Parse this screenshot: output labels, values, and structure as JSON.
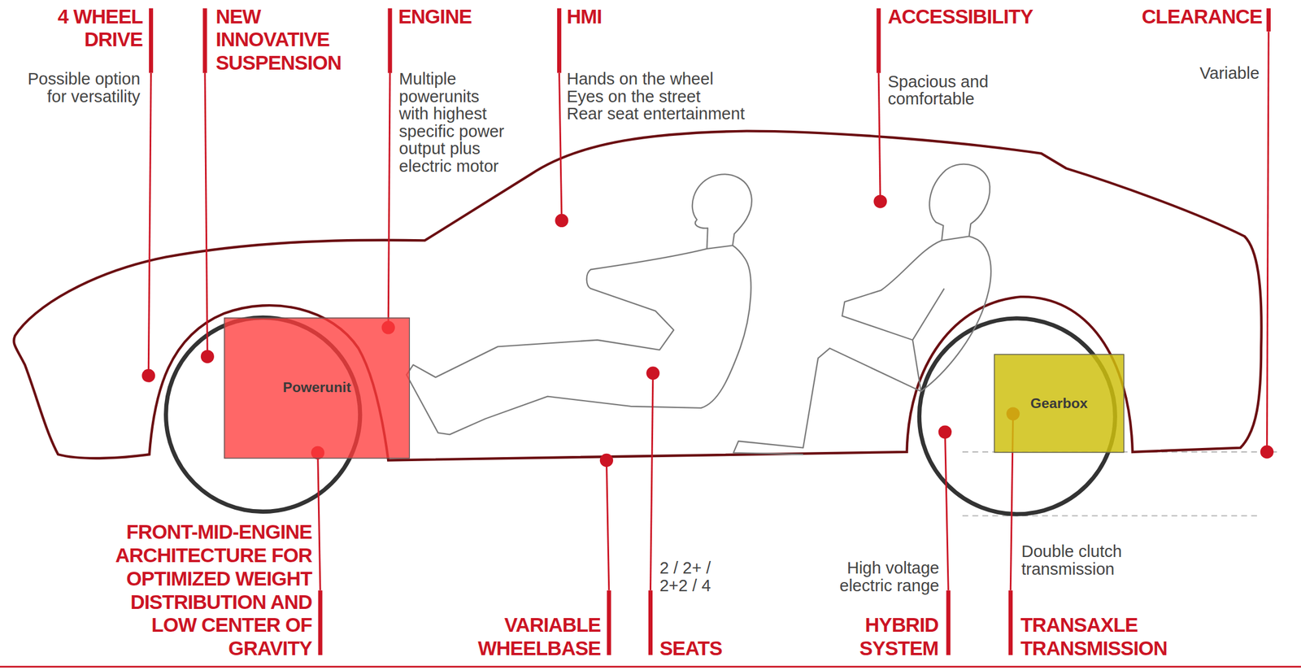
{
  "diagram": {
    "nodes": [
      {
        "text": [
          "Powerunit"
        ]
      },
      {
        "text": [
          "Gearbox"
        ]
      }
    ],
    "labels": [
      "4 WHEEL DRIVE",
      "Possible option for versatility",
      "NEW INNOVATIVE SUSPENSION",
      "ENGINE",
      "Multiple powerunits with highest specific power output plus electric motor",
      "HMI",
      "Hands on the wheel",
      "Eyes on the street",
      "Rear seat entertainment",
      "ACCESSIBILITY",
      "Spacious and comfortable",
      "CLEARANCE",
      "Variable",
      "FRONT-MID-ENGINE ARCHITECTURE FOR OPTIMIZED WEIGHT DISTRIBUTION AND LOW CENTER OF GRAVITY",
      "VARIABLE WHEELBASE",
      "2 / 2+ / 2+2 / 4",
      "SEATS",
      "High voltage electric range",
      "HYBRID SYSTEM",
      "Double clutch transmission",
      "TRANSAXLE TRANSMISSION"
    ]
  }
}
